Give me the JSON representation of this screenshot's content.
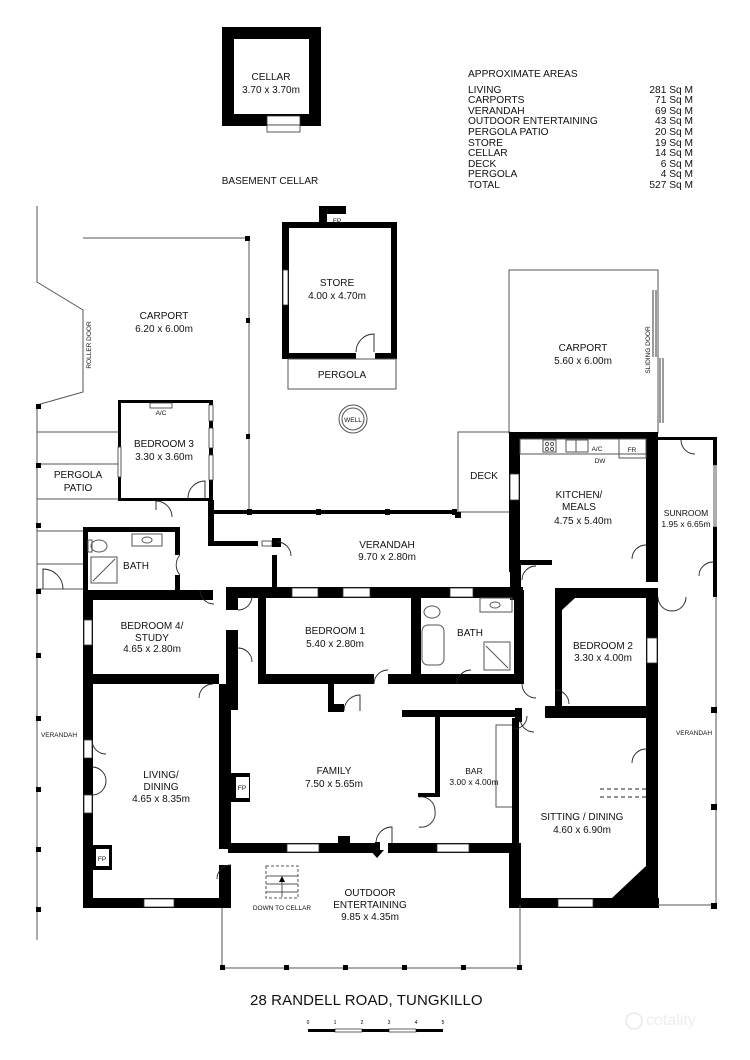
{
  "address": "28 RANDELL ROAD, TUNGKILLO",
  "areas": {
    "title": "APPROXIMATE AREAS",
    "rows": [
      {
        "name": "LIVING",
        "value": "281 Sq M"
      },
      {
        "name": "CARPORTS",
        "value": "71 Sq M"
      },
      {
        "name": "VERANDAH",
        "value": "69 Sq M"
      },
      {
        "name": "OUTDOOR ENTERTAINING",
        "value": "43 Sq M"
      },
      {
        "name": "PERGOLA PATIO",
        "value": "20 Sq M"
      },
      {
        "name": "STORE",
        "value": "19 Sq M"
      },
      {
        "name": "CELLAR",
        "value": "14 Sq M"
      },
      {
        "name": "DECK",
        "value": "6 Sq M"
      },
      {
        "name": "PERGOLA",
        "value": "4 Sq M"
      },
      {
        "name": "TOTAL",
        "value": "527 Sq M"
      }
    ]
  },
  "rooms": {
    "cellar": {
      "name": "CELLAR",
      "dims": "3.70 x 3.70m"
    },
    "basement_caption": "BASEMENT CELLAR",
    "carport_west": {
      "name": "CARPORT",
      "dims": "6.20 x 6.00m"
    },
    "roller_door": "ROLLER DOOR",
    "store": {
      "name": "STORE",
      "dims": "4.00 x 4.70m"
    },
    "pergola": "PERGOLA",
    "well": "WELL",
    "carport_east": {
      "name": "CARPORT",
      "dims": "5.60 x 6.00m"
    },
    "sliding_door": "SLIDING DOOR",
    "bedroom3": {
      "name": "BEDROOM 3",
      "dims": "3.30 x 3.60m"
    },
    "pergola_patio": {
      "line1": "PERGOLA",
      "line2": "PATIO"
    },
    "deck": "DECK",
    "kitchen": {
      "line1": "KITCHEN/",
      "line2": "MEALS",
      "dims": "4.75 x 5.40m"
    },
    "sunroom": {
      "name": "SUNROOM",
      "dims": "1.95 x 6.65m"
    },
    "verandah_north": {
      "name": "VERANDAH",
      "dims": "9.70 x 2.80m"
    },
    "bath_west": "BATH",
    "bedroom4": {
      "line1": "BEDROOM 4/",
      "line2": "STUDY",
      "dims": "4.65 x 2.80m"
    },
    "bedroom1": {
      "name": "BEDROOM 1",
      "dims": "5.40 x 2.80m"
    },
    "bath_mid": "BATH",
    "bedroom2": {
      "name": "BEDROOM 2",
      "dims": "3.30 x 4.00m"
    },
    "verandah_west": "VERANDAH",
    "verandah_east": "VERANDAH",
    "living": {
      "line1": "LIVING/",
      "line2": "DINING",
      "dims": "4.65 x 8.35m"
    },
    "family": {
      "name": "FAMILY",
      "dims": "7.50 x 5.65m"
    },
    "bar": {
      "name": "BAR",
      "dims": "3.00 x 4.00m"
    },
    "sitting": {
      "name": "SITTING / DINING",
      "dims": "4.60 x 6.90m"
    },
    "outdoor": {
      "line1": "OUTDOOR",
      "line2": "ENTERTAINING",
      "dims": "9.85 x 4.35m"
    },
    "down_to_cellar": "DOWN TO CELLAR"
  },
  "fixtures": {
    "fp": "FP",
    "ac": "A/C",
    "dw": "DW",
    "fr": "FR"
  },
  "scale_bar": {
    "ticks": [
      "0",
      "1",
      "2",
      "3",
      "4",
      "5"
    ]
  },
  "brand": "cotality"
}
